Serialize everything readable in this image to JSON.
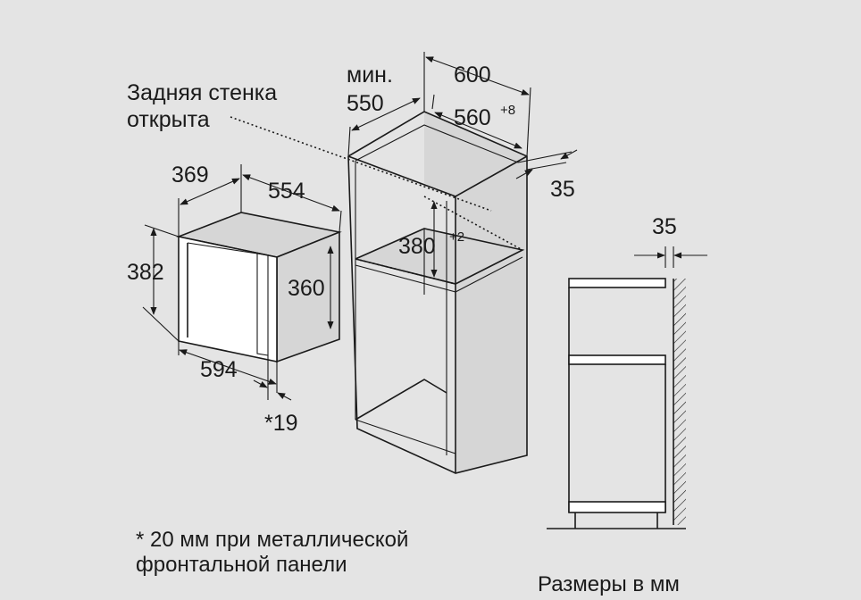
{
  "labels": {
    "rear_wall": [
      "Задняя стенка",
      "открыта"
    ],
    "min": "мин.",
    "d550": "550",
    "d600": "600",
    "d560": "560",
    "d560_tol": "+8",
    "d35_top": "35",
    "d369": "369",
    "d554": "554",
    "d382": "382",
    "d360": "360",
    "d380": "380",
    "d380_tol": "+2",
    "d594": "594",
    "d19": "*19",
    "d35_side": "35"
  },
  "footnote": [
    "* 20 мм при металлической",
    "фронтальной панели"
  ],
  "units": "Размеры в мм"
}
